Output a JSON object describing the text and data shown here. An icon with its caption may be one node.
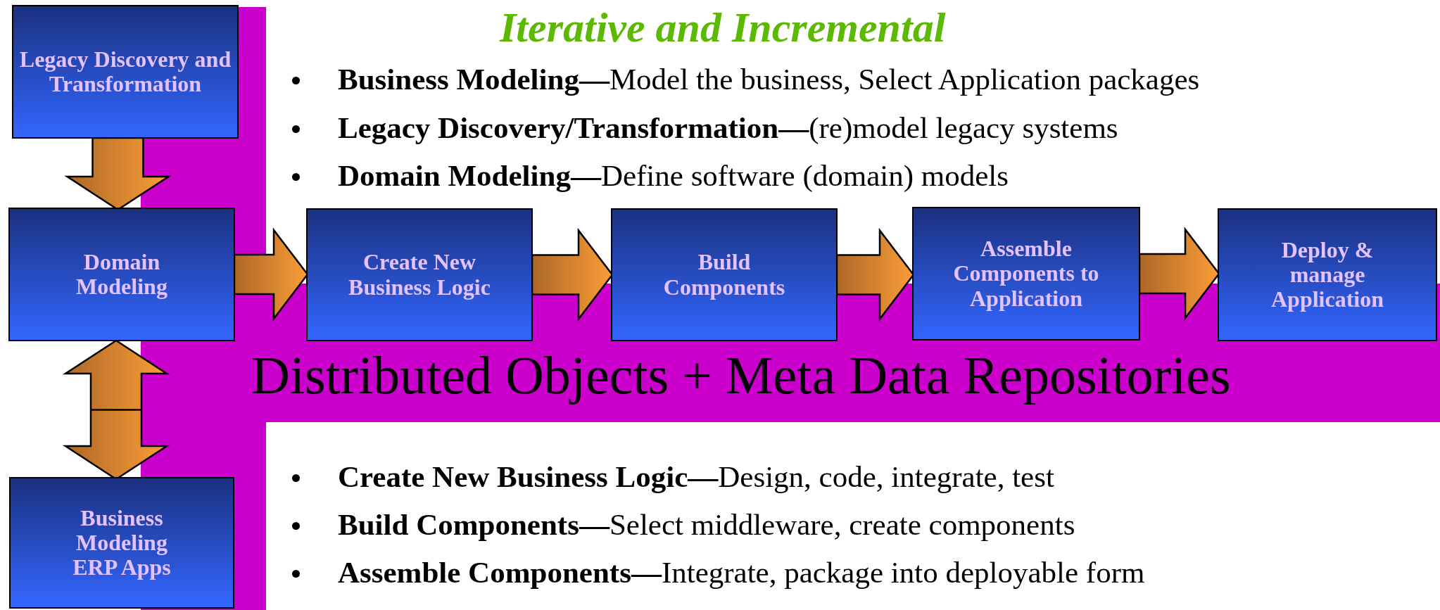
{
  "diagram": {
    "title": "Iterative and Incremental",
    "nodes": [
      {
        "text": [
          "Legacy Discovery and Transformation"
        ]
      },
      {
        "text": [
          "Domain Modeling"
        ]
      },
      {
        "text": [
          "Business Modeling ERP Apps"
        ]
      },
      {
        "text": [
          "Create New Business Logic"
        ]
      },
      {
        "text": [
          "Build Components"
        ]
      },
      {
        "text": [
          "Assemble Components to Application"
        ]
      },
      {
        "text": [
          "Deploy & manage Application"
        ]
      }
    ],
    "edges": [
      {
        "from": 0,
        "to": 1,
        "arrow": "to"
      },
      {
        "from": 1,
        "to": 2,
        "arrow": "both"
      },
      {
        "from": 1,
        "to": 3,
        "arrow": "to"
      },
      {
        "from": 3,
        "to": 4,
        "arrow": "to"
      },
      {
        "from": 4,
        "to": 5,
        "arrow": "to"
      },
      {
        "from": 5,
        "to": 6,
        "arrow": "to"
      }
    ],
    "labels": [
      "**Business Modeling—**Model the business, Select Application packages",
      "**Legacy Discovery/Transformation—**(re)model legacy systems",
      "**Domain Modeling—**Define software (domain) models",
      "Distributed Objects  + Meta Data Repositories",
      "**Create New Business Logic—**Design, code,  integrate, test",
      "**Build Components—**Select middleware, create components",
      "**Assemble Components—**Integrate, package into deployable form"
    ]
  }
}
